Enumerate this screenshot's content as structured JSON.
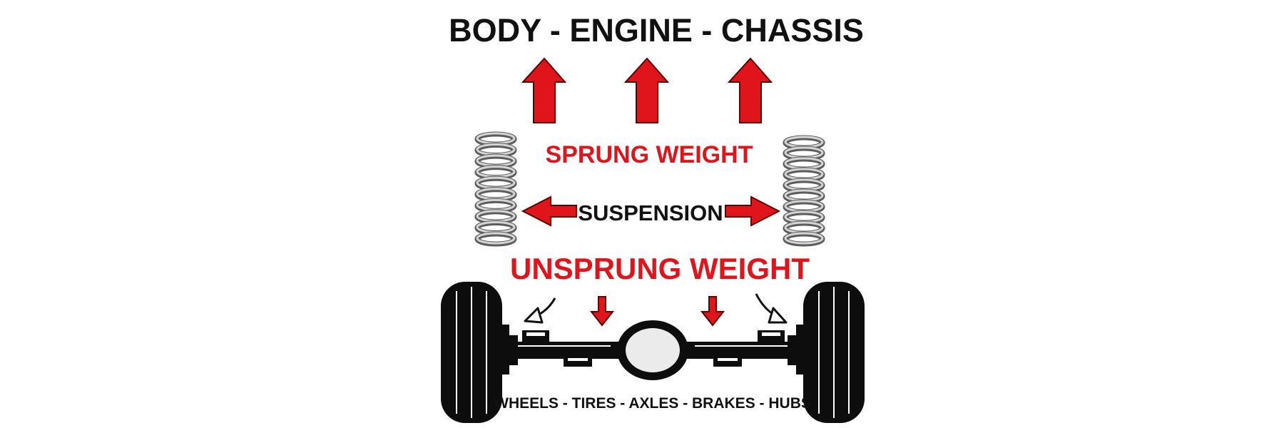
{
  "diagram": {
    "title": "BODY - ENGINE - CHASSIS",
    "sprung_label": "SPRUNG WEIGHT",
    "suspension_label": "SUSPENSION",
    "unsprung_label": "UNSPRUNG WEIGHT",
    "components_label": "WHEELS - TIRES - AXLES - BRAKES - HUBS"
  },
  "colors": {
    "accent_red": "#e0141b",
    "text_dark": "#111111",
    "tire_black": "#0d0d0d",
    "spring_silver": "#b5b5b5",
    "diff_cover": "#ebebeb"
  },
  "icons": {
    "up_arrows": [
      "arrow-up-icon",
      "arrow-up-icon",
      "arrow-up-icon"
    ],
    "side_arrows": [
      "arrow-left-icon",
      "arrow-right-icon"
    ],
    "down_arrows": [
      "curved-arrow-down-left-icon",
      "arrow-down-icon",
      "arrow-down-icon",
      "curved-arrow-down-right-icon"
    ],
    "springs": [
      "coil-spring-icon",
      "coil-spring-icon"
    ],
    "tires": [
      "tire-icon",
      "tire-icon"
    ],
    "axle": "axle-icon"
  }
}
